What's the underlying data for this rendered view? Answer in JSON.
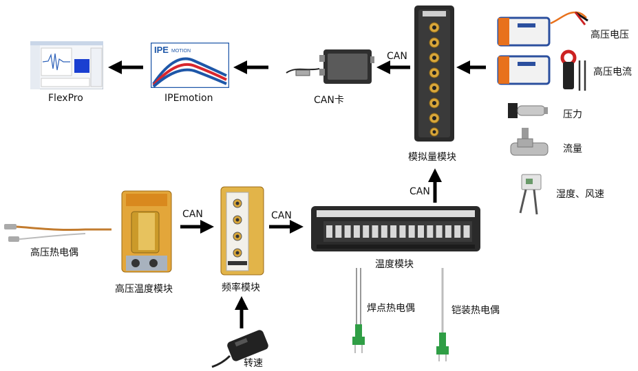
{
  "labels": {
    "flexpro": "FlexPro",
    "ipemotion": "IPEmotion",
    "can_card": "CAN卡",
    "analog_module": "模拟量模块",
    "hv_voltage": "高压电压",
    "hv_current": "高压电流",
    "pressure": "压力",
    "flow": "流量",
    "humidity_wind": "湿度、风速",
    "hv_thermocouple": "高压热电偶",
    "hv_temp_module": "高压温度模块",
    "freq_module": "频率模块",
    "temp_module": "温度模块",
    "speed": "转速",
    "weld_thermocouple": "焊点热电偶",
    "armored_thermocouple": "铠装热电偶"
  },
  "links": {
    "can_card_to_analog": "CAN",
    "temp_to_analog": "CAN",
    "hv_to_freq": "CAN",
    "freq_to_temp": "CAN"
  },
  "logo": {
    "brand": "IPE",
    "sub": "MOTION"
  },
  "colors": {
    "arrow": "#000000",
    "ipe_blue": "#1e57a8",
    "ipe_red": "#d8272e",
    "module_gold": "#d8a63a",
    "module_dark": "#2a2a2a"
  }
}
